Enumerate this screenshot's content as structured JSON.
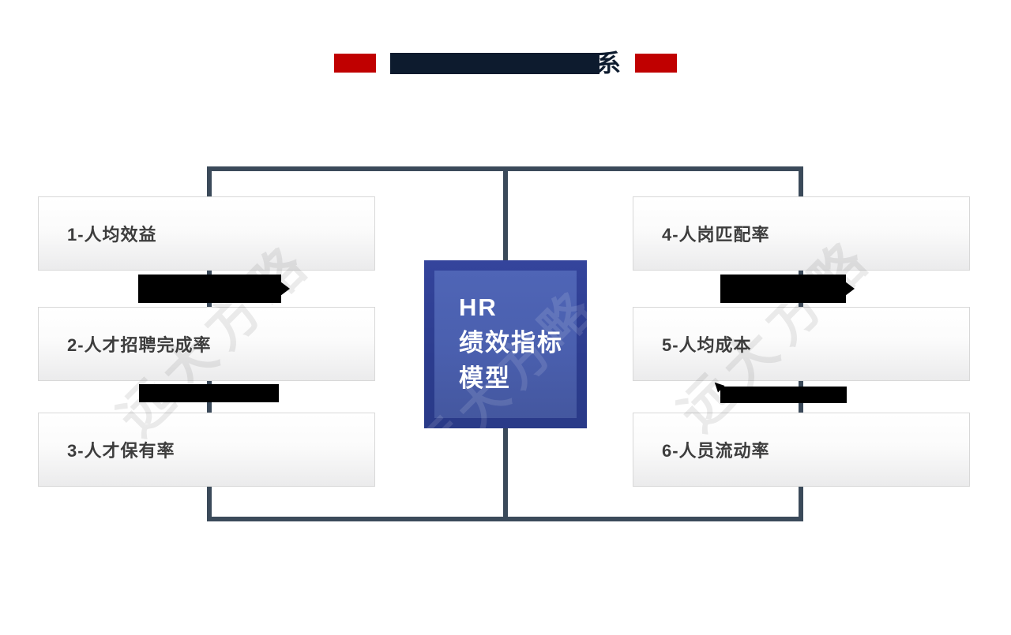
{
  "title": {
    "visible_suffix": "系",
    "accent_color": "#c00000",
    "text_color": "#0d1b2e",
    "note": "title text redacted by black bar except last character"
  },
  "hub": {
    "lines": [
      "HR",
      "绩效指标",
      "模型"
    ],
    "outer_color": "#2e3f93",
    "inner_color": "#4a5fae"
  },
  "left_boxes": [
    {
      "label": "1-人均效益"
    },
    {
      "label": "2-人才招聘完成率"
    },
    {
      "label": "3-人才保有率"
    }
  ],
  "right_boxes": [
    {
      "label": "4-人岗匹配率"
    },
    {
      "label": "5-人均成本"
    },
    {
      "label": "6-人员流动率"
    }
  ],
  "watermark": {
    "text": "远大方略"
  },
  "colors": {
    "frame": "#3b4a5a",
    "box_label": "#3d3d3d",
    "redaction": "#000000",
    "accent_red": "#c00000"
  }
}
